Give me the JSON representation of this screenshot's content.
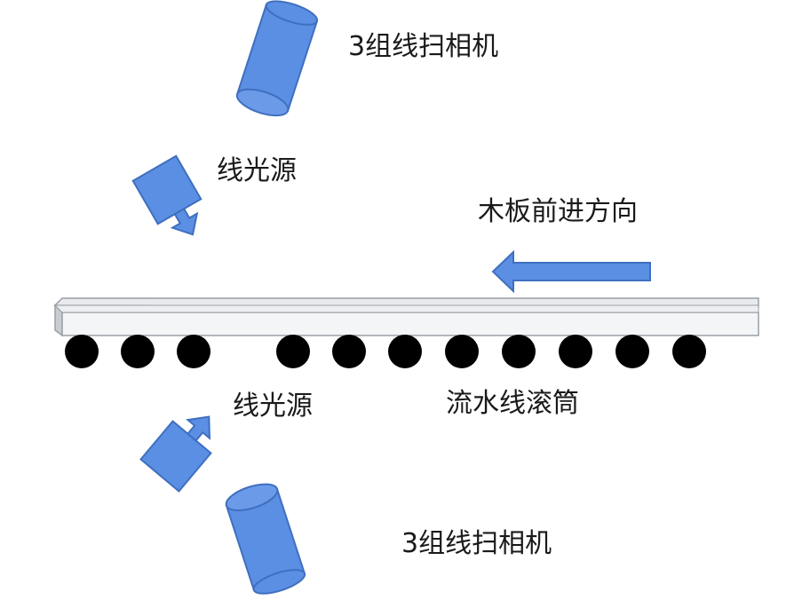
{
  "labels": {
    "camera_top": "3组线扫相机",
    "light_top": "线光源",
    "direction": "木板前进方向",
    "light_bottom": "线光源",
    "rollers": "流水线滚筒",
    "camera_bottom": "3组线扫相机"
  },
  "colors": {
    "shape_fill": "#5b8fe3",
    "shape_stroke": "#3f6fbf",
    "board_fill": "#f4f5f7",
    "board_stroke": "#9aa0a6",
    "roller_fill": "#000000",
    "text": "#1a1a1a"
  },
  "roller_count": 11
}
